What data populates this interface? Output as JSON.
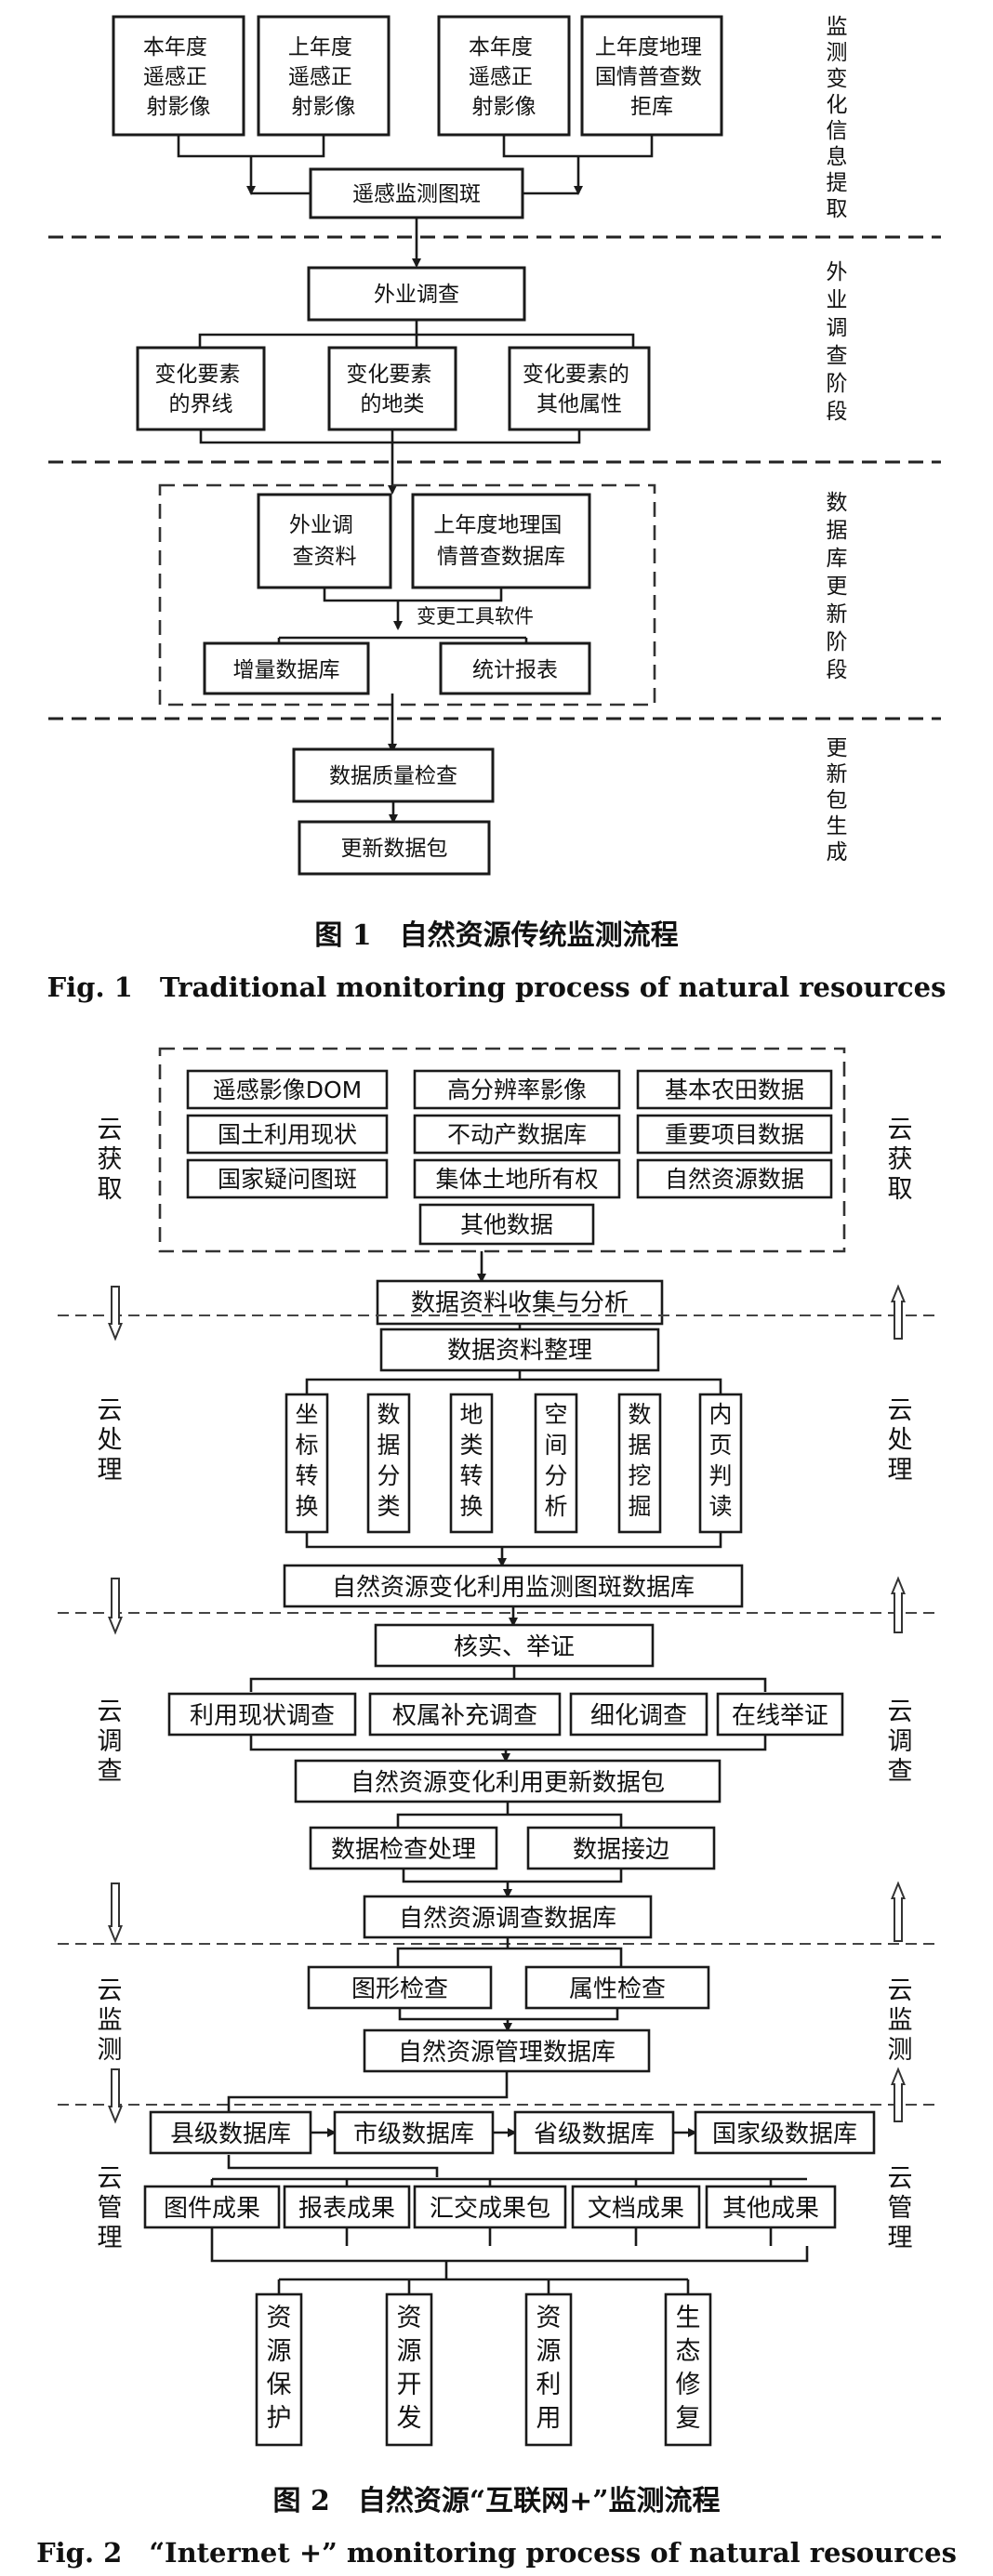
{
  "fig1": {
    "stage_labels": {
      "extract": [
        "监",
        "测",
        "变",
        "化",
        "信",
        "息",
        "提",
        "取"
      ],
      "field": [
        "外",
        "业",
        "调",
        "查",
        "阶",
        "段"
      ],
      "db_update": [
        "数",
        "据",
        "库",
        "更",
        "新",
        "阶",
        "段"
      ],
      "package": [
        "更",
        "新",
        "包",
        "生",
        "成"
      ]
    },
    "boxes": {
      "cur_image": [
        "本年度",
        "遥感正",
        "射影像"
      ],
      "prev_image": [
        "上年度",
        "遥感正",
        "射影像"
      ],
      "cur_image2": [
        "本年度",
        "遥感正",
        "射影像"
      ],
      "geo_db": [
        "上年度地理",
        "国情普查数",
        "拒库"
      ],
      "patch": "遥感监测图斑",
      "field_survey": "外业调查",
      "boundary": [
        "变化要素",
        "的界线"
      ],
      "landclass": [
        "变化要素",
        "的地类"
      ],
      "other_attr": [
        "变化要素的",
        "其他属性"
      ],
      "field_data": [
        "外业调",
        "查资料"
      ],
      "geo_db2": [
        "上年度地理国",
        "情普查数据库"
      ],
      "tool_label": "变更工具软件",
      "incr_db": "增量数据库",
      "report": "统计报表",
      "quality": "数据质量检查",
      "update_pkg": "更新数据包"
    },
    "caption_cn": "图 1　自然资源传统监测流程",
    "caption_en": "Fig. 1　Traditional monitoring process of natural resources"
  },
  "fig2": {
    "sides": {
      "acquire": [
        "云",
        "获",
        "取"
      ],
      "process": [
        "云",
        "处",
        "理"
      ],
      "survey": [
        "云",
        "调",
        "查"
      ],
      "monitor": [
        "云",
        "监",
        "测"
      ],
      "manage": [
        "云",
        "管",
        "理"
      ]
    },
    "sources": [
      "遥感影像DOM",
      "高分辨率影像",
      "基本农田数据",
      "国土利用现状",
      "不动产数据库",
      "重要项目数据",
      "国家疑问图斑",
      "集体土地所有权",
      "自然资源数据",
      "其他数据"
    ],
    "collect": "数据资料收集与分析",
    "organize": "数据资料整理",
    "process_steps": [
      [
        "坐",
        "标",
        "转",
        "换"
      ],
      [
        "数",
        "据",
        "分",
        "类"
      ],
      [
        "地",
        "类",
        "转",
        "换"
      ],
      [
        "空",
        "间",
        "分",
        "析"
      ],
      [
        "数",
        "据",
        "挖",
        "掘"
      ],
      [
        "内",
        "页",
        "判",
        "读"
      ]
    ],
    "patch_db": "自然资源变化利用监测图斑数据库",
    "verify": "核实、举证",
    "surveys": [
      "利用现状调查",
      "权属补充调查",
      "细化调查",
      "在线举证"
    ],
    "update_pkg": "自然资源变化利用更新数据包",
    "check_process": "数据检查处理",
    "edge_match": "数据接边",
    "survey_db": "自然资源调查数据库",
    "checks": [
      "图形检查",
      "属性检查"
    ],
    "mgmt_db": "自然资源管理数据库",
    "levels": [
      "县级数据库",
      "市级数据库",
      "省级数据库",
      "国家级数据库"
    ],
    "outputs": [
      "图件成果",
      "报表成果",
      "汇交成果包",
      "文档成果",
      "其他成果"
    ],
    "uses": [
      [
        "资",
        "源",
        "保",
        "护"
      ],
      [
        "资",
        "源",
        "开",
        "发"
      ],
      [
        "资",
        "源",
        "利",
        "用"
      ],
      [
        "生",
        "态",
        "修",
        "复"
      ]
    ],
    "caption_cn": "图 2　自然资源“互联网+”监测流程",
    "caption_en": "Fig. 2　“Internet +” monitoring process of natural resources"
  }
}
